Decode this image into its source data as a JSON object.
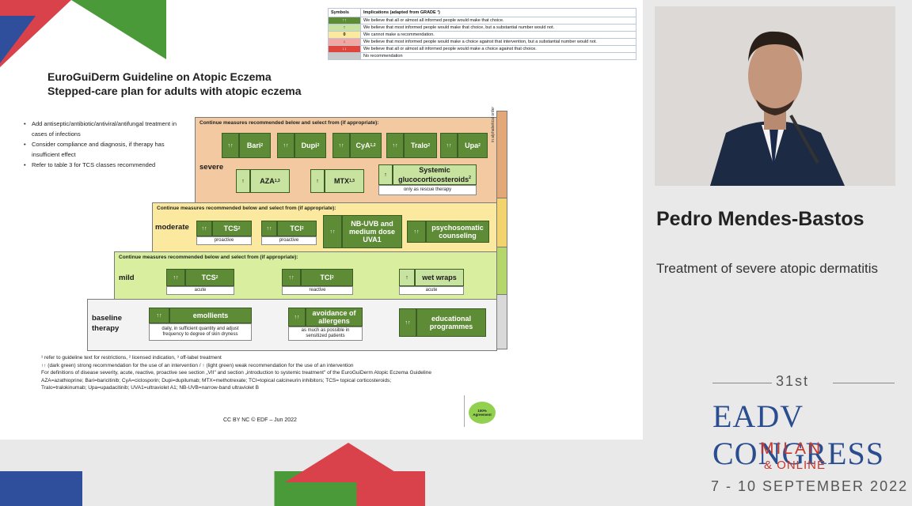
{
  "slide": {
    "title_line1": "EuroGuiDerm Guideline on Atopic Eczema",
    "title_line2": "Stepped-care plan for adults with atopic eczema",
    "bullets": [
      "Add antiseptic/antibiotic/antiviral/antifungal treatment in cases of infections",
      "Consider compliance and diagnosis, if therapy has insufficient effect",
      "Refer to table 3 for TCS classes recommended"
    ],
    "symbols_table": {
      "headers": [
        "Symbols",
        "Implications (adapted from GRADE ¹)"
      ],
      "rows": [
        {
          "symbol": "↑↑",
          "text": "We believe that all or almost all informed people would make that choice.",
          "color": "#5e8b35"
        },
        {
          "symbol": "↑",
          "text": "We believe that most informed people would make that choice, but a substantial number would not.",
          "color": "#c8e2a0"
        },
        {
          "symbol": "0",
          "text": "We cannot make a recommendation.",
          "color": "#fbe9a0"
        },
        {
          "symbol": "↓",
          "text": "We believe that most informed people would make a choice against that intervention, but a substantial number would not.",
          "color": "#f4a6a0"
        },
        {
          "symbol": "↓↓",
          "text": "We believe that all or almost all informed people would make a choice against that choice.",
          "color": "#e0453b"
        },
        {
          "symbol": "",
          "text": "No recommendation",
          "color": "#c8c8c8"
        }
      ]
    },
    "tiers": {
      "header_text": "Continue measures recommended below and select from (if appropriate):",
      "severe": {
        "label": "severe",
        "side_note": "in alphabetical order",
        "strong": [
          "Bari",
          "Dupi",
          "CyA",
          "Tralo",
          "Upa"
        ],
        "strong_sup": [
          "2",
          "2",
          "1,2",
          "2",
          "2"
        ],
        "aza": "AZA",
        "aza_sup": "1,3",
        "mtx": "MTX",
        "mtx_sup": "1,3",
        "systemic_line1": "Systemic",
        "systemic_line2": "glucocorticosteroids",
        "systemic_sup": "2",
        "systemic_note": "only as rescue therapy"
      },
      "moderate": {
        "label": "moderate",
        "tcs": "TCS",
        "tcs_sup": "2",
        "tcs_note": "proactive",
        "tci": "TCI",
        "tci_sup": "2",
        "tci_note": "proactive",
        "nbuvb": "NB-UVB and medium dose UVA1",
        "psycho": "psychosomatic counseling"
      },
      "mild": {
        "label": "mild",
        "tcs": "TCS",
        "tcs_sup": "2",
        "tcs_note": "acute",
        "tci": "TCI",
        "tci_sup": "2",
        "tci_note": "reactive",
        "wraps": "wet wraps",
        "wraps_note": "acute"
      },
      "baseline": {
        "label_line1": "baseline",
        "label_line2": "therapy",
        "emollients": "emollients",
        "emollients_note": "daily, in sufficient quantity and adjust frequency to degree of skin dryness",
        "avoidance": "avoidance of allergens",
        "avoidance_note": "as much as possible in sensitized patients",
        "education": "educational programmes"
      },
      "strong_symbol": "↑↑",
      "weak_symbol": "↑"
    },
    "footnotes": [
      "¹ refer to guideline text for restrictions, ² licensed indication, ³ off-label treatment",
      "↑↑ (dark green) strong recommendation for the use of an intervention / ↑ (light green) weak recommendation for the use of an intervention",
      "For definitions of disease severity, acute, reactive, proactive see section „VII\" and section „introduction to systemic treatment\" of the EuroGuiDerm Atopic Eczema Guideline",
      "AZA=azathioprine; Bari=baricitinib; CyA=ciclosporin; Dupi=dupilumab; MTX=methotrexate; TCI=topical calcineurin inhibitors; TCS= topical corticosteroids;",
      "Tralo=tralokinumab; Upa=upadacitinib; UVA1=ultraviolet A1; NB-UVB=narrow-band ultraviolet B"
    ],
    "license": "CC BY NC © EDF – Jun 2022",
    "agreement": "100% Agreement"
  },
  "speaker": {
    "name": "Pedro Mendes-Bastos",
    "talk_title": "Treatment of severe atopic dermatitis"
  },
  "event": {
    "number": "31st",
    "name": "EADV CONGRESS",
    "city": "MILAN",
    "online": "& ONLINE",
    "dates": "7 - 10 SEPTEMBER 2022"
  },
  "colors": {
    "strong_green": "#5e8b35",
    "weak_green": "#c8e2a0",
    "severe_tier": "#f2c9a0",
    "moderate_tier": "#fbe9a0",
    "mild_tier": "#d9ee9e",
    "baseline_tier": "#f3f3f3",
    "event_blue": "#2a4d8f",
    "event_red": "#c8372c"
  }
}
